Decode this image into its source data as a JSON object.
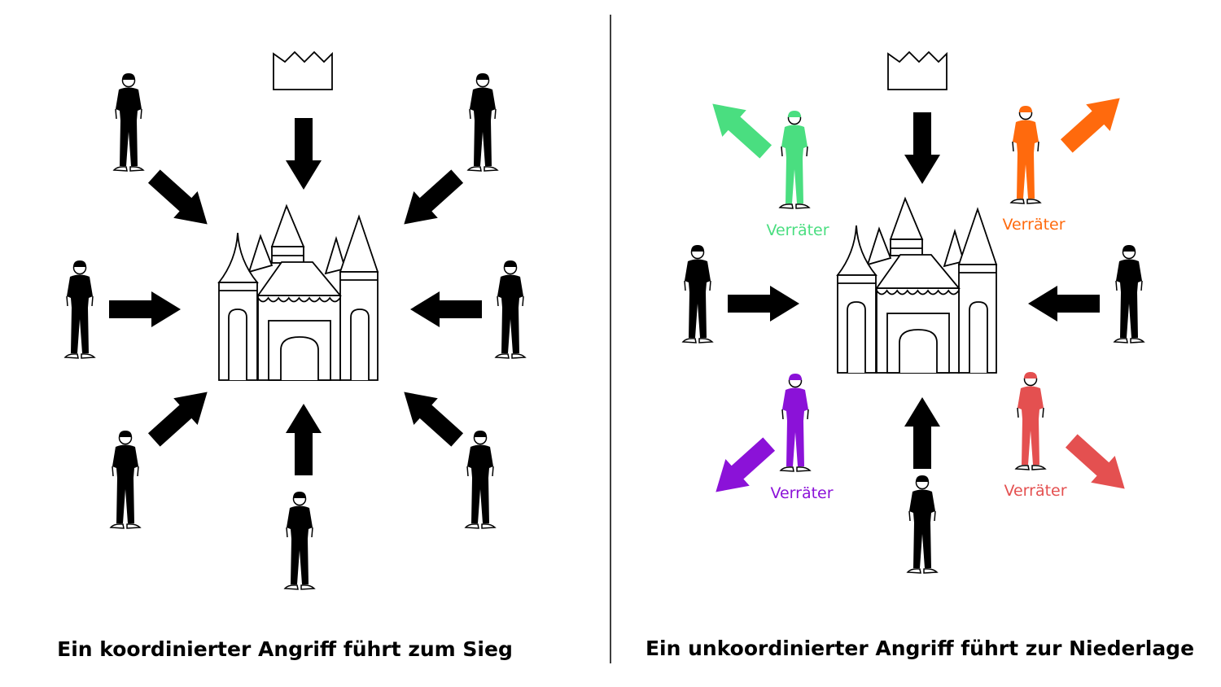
{
  "left_panel": {
    "title": "Ein koordinierter Angriff führt zum Sieg"
  },
  "right_panel": {
    "title": "Ein unkoordinierter Angriff führt zur Niederlage",
    "traitor_label": "Verräter"
  },
  "colors": {
    "loyal": "#000000",
    "traitor_green": "#4ade80",
    "traitor_orange": "#ff6a0d",
    "traitor_purple": "#8b12d8",
    "traitor_red": "#e45050"
  },
  "icons": [
    "crown-icon",
    "castle-icon",
    "soldier-icon",
    "arrow-icon"
  ]
}
